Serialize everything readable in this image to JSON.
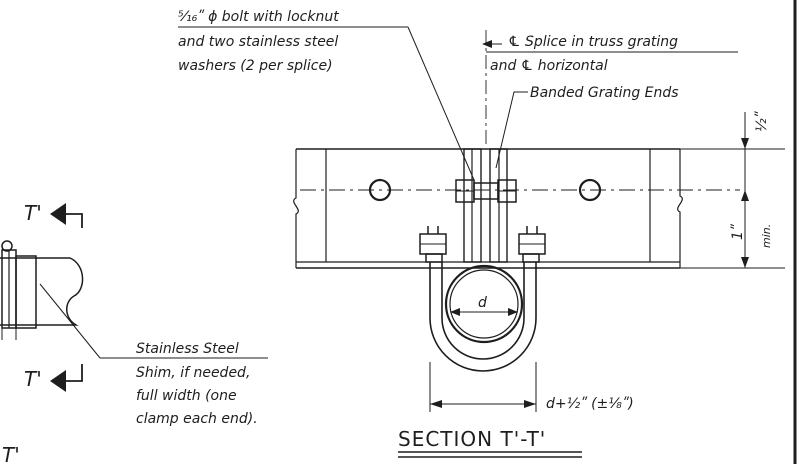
{
  "notes": {
    "bolt_line1": "⁵⁄₁₆ʺ ϕ bolt with locknut",
    "bolt_line2": "and two stainless steel",
    "bolt_line3": "washers (2 per splice)",
    "splice_line1": "℄ Splice in truss grating",
    "splice_line2": "and ℄ horizontal",
    "banded": "Banded Grating Ends",
    "shim_line1": "Stainless Steel",
    "shim_line2": "Shim, if needed,",
    "shim_line3": "full width (one",
    "shim_line4": "clamp each end)."
  },
  "dimensions": {
    "half_inch": "½ʺ",
    "one_inch": "1ʺ",
    "min": "min.",
    "pipe_d": "d",
    "d_formula": "d+½ʺ (±⅛ʺ)"
  },
  "section": {
    "mark_top": "T'",
    "mark_bottom": "T'",
    "mark_corner": "T'",
    "title": "SECTION T'-T'"
  },
  "colors": {
    "ink": "#1e1e1e",
    "paper": "#ffffff"
  }
}
